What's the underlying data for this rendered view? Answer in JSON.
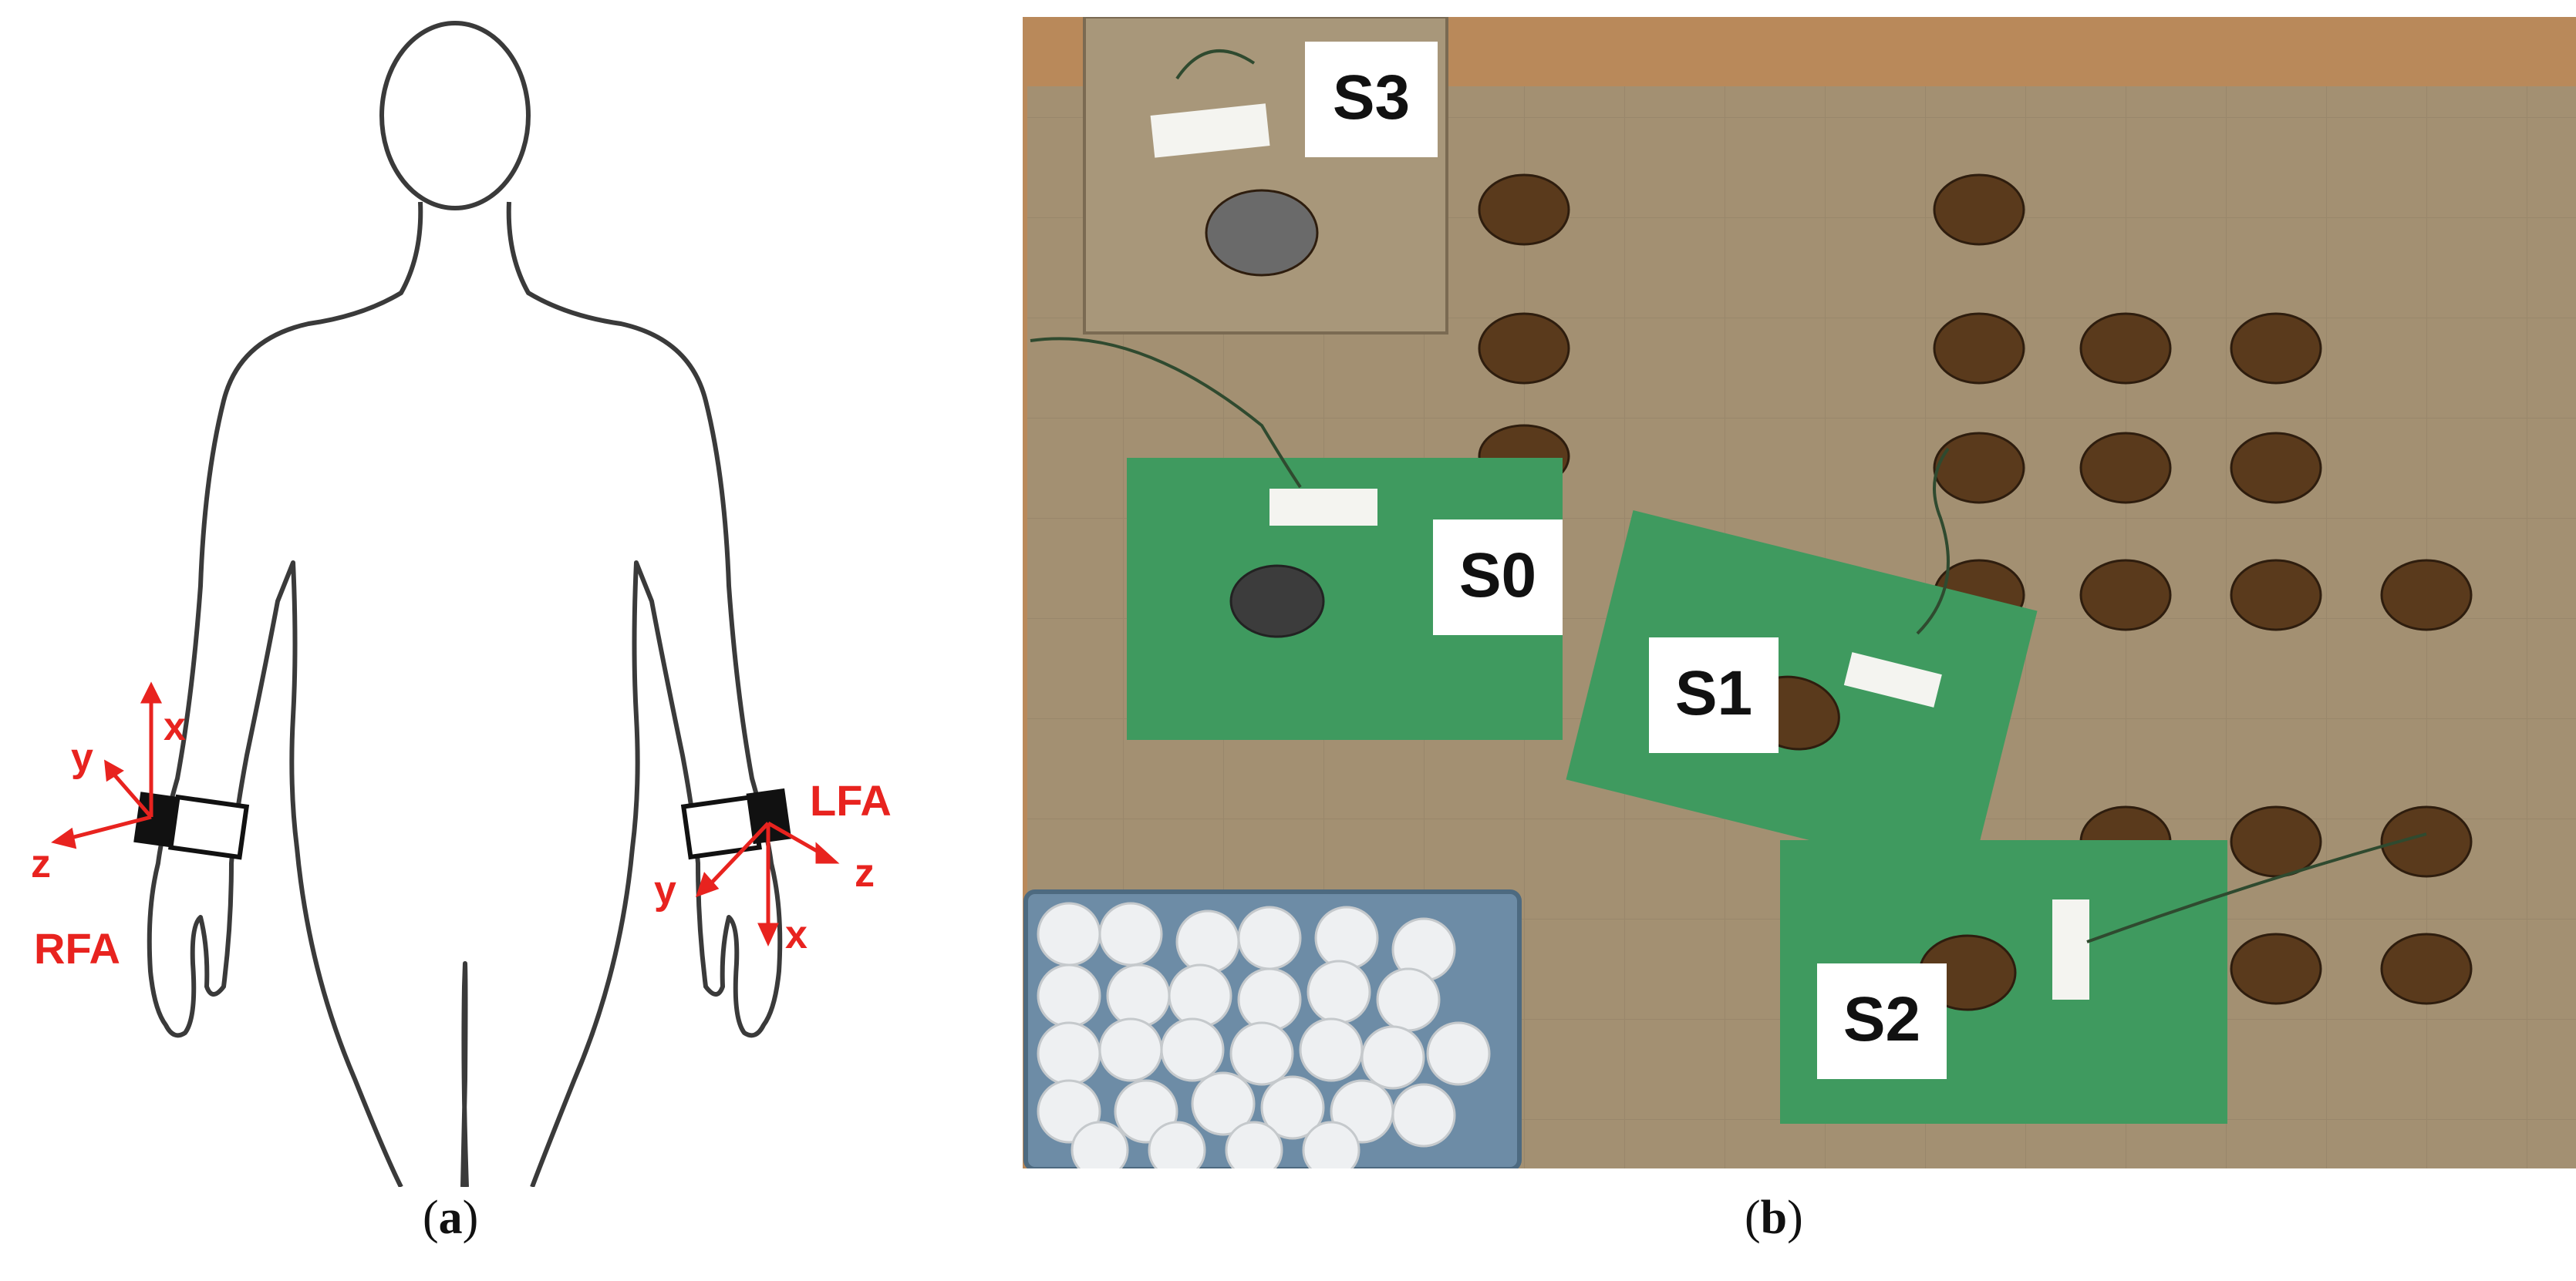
{
  "panel_a": {
    "caption_letter": "a",
    "labels": {
      "right_forearm": "RFA",
      "left_forearm": "LFA",
      "right_axes": {
        "x": "x",
        "y": "y",
        "z": "z"
      },
      "left_axes": {
        "x": "x",
        "y": "y",
        "z": "z"
      }
    },
    "colors": {
      "axes": "#e8231f",
      "outline": "#3a3a3a",
      "sensor": "#111111"
    }
  },
  "panel_b": {
    "caption_letter": "b",
    "stations": {
      "s0": "S0",
      "s1": "S1",
      "s2": "S2",
      "s3": "S3"
    },
    "colors": {
      "board": "#a39072",
      "green_sheet": "#3f9a5f",
      "table": "#b9895a",
      "ball": "#eef0f2",
      "tray": "#6d8ca6"
    }
  }
}
